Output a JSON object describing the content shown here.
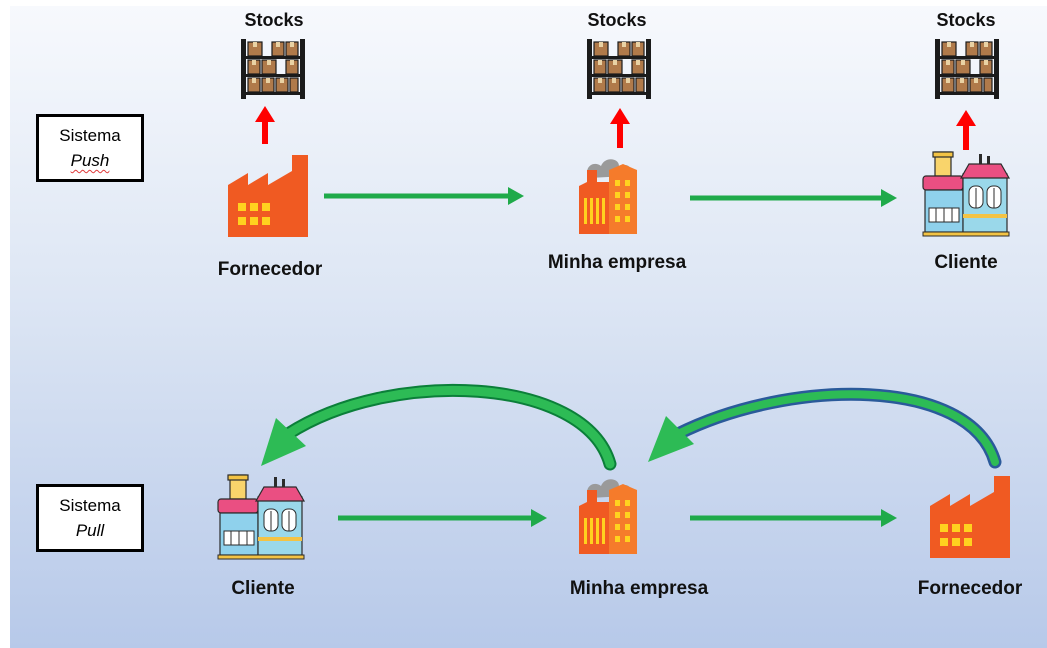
{
  "push": {
    "box_line1": "Sistema",
    "box_line2": "Push",
    "stock_label": "Stocks",
    "nodes": [
      "Fornecedor",
      "Minha empresa",
      "Cliente"
    ]
  },
  "pull": {
    "box_line1": "Sistema",
    "box_line2": "Pull",
    "nodes": [
      "Cliente",
      "Minha empresa",
      "Fornecedor"
    ]
  },
  "colors": {
    "flow_arrow": "#1faa4a",
    "stock_arrow": "#ff0000",
    "pull_curve_back": "#2a5a9a",
    "factory": "#f05a22"
  },
  "icons": [
    "shelf-icon",
    "factory-icon",
    "company-icon",
    "client-building-icon"
  ]
}
